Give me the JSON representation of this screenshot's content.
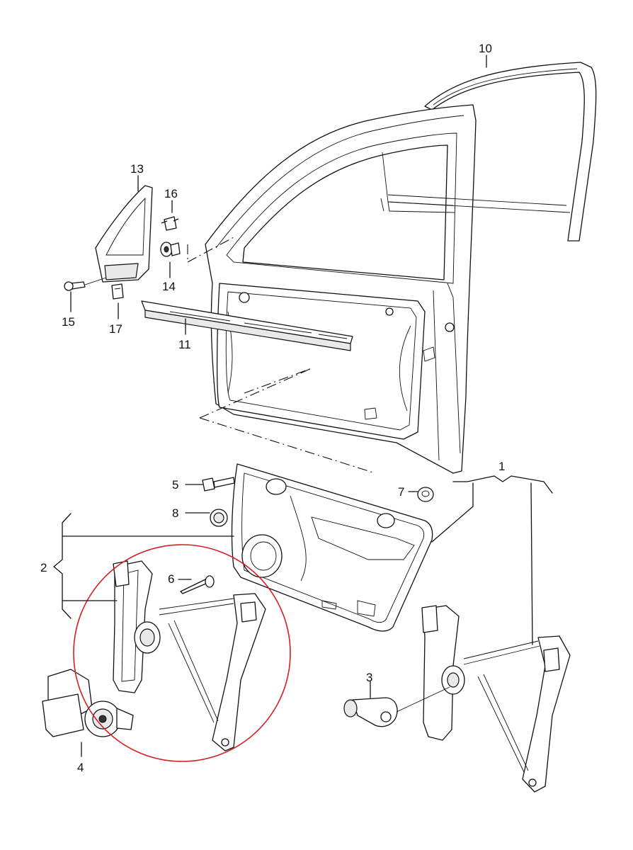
{
  "diagram": {
    "callouts": {
      "c1": "1",
      "c2": "2",
      "c3": "3",
      "c4": "4",
      "c5": "5",
      "c6": "6",
      "c7": "7",
      "c8": "8",
      "c10": "10",
      "c11": "11",
      "c13": "13",
      "c14": "14",
      "c15": "15",
      "c16": "16",
      "c17": "17"
    },
    "highlight_color": "#d42020"
  }
}
